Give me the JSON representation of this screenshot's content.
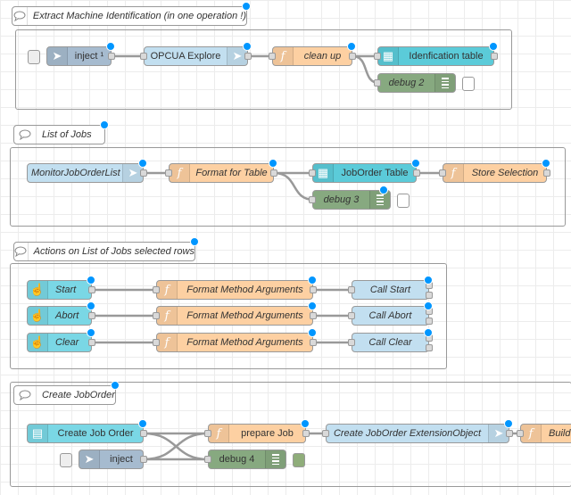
{
  "colors": {
    "inject": "#a6bbcf",
    "opcua": "#c2dff0",
    "function": "#fdd0a2",
    "ui_table": "#5bcbd9",
    "debug": "#87a980",
    "ui_button": "#7ad7e5",
    "changed_dot": "#0096ff",
    "wire": "#999999"
  },
  "comments": {
    "c1": "Extract Machine Identification (in one operation !)",
    "c2": "List of Jobs",
    "c3": "Actions on List of Jobs selected rows",
    "c4": "Create JobOrder"
  },
  "nodes": {
    "inject1": "inject ¹",
    "opcua_explore": "OPCUA Explore",
    "cleanup": "clean up",
    "ident_table": "Idenfication table",
    "debug2": "debug 2",
    "monitor": "MonitorJobOrderList",
    "format_table": "Format for Table",
    "joborder_table": "JobOrder Table",
    "store_sel": "Store Selection",
    "debug3": "debug 3",
    "start": "Start",
    "abort": "Abort",
    "clear": "Clear",
    "fma1": "Format Method Arguments",
    "fma2": "Format Method Arguments",
    "fma3": "Format Method Arguments",
    "call_start": "Call Start",
    "call_abort": "Call Abort",
    "call_clear": "Call Clear",
    "create_form": "Create Job Order",
    "inject2": "inject",
    "prepare": "prepare Job",
    "debug4": "debug 4",
    "create_ext": "Create JobOrder ExtensionObject",
    "build": "Build M"
  }
}
